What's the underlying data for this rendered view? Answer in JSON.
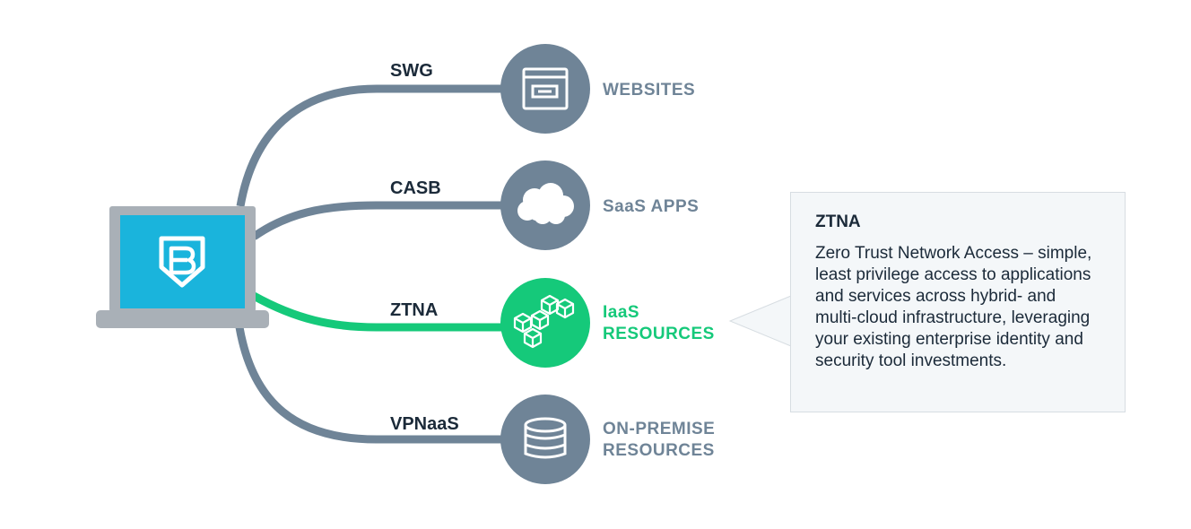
{
  "connections": [
    {
      "label": "SWG",
      "resource_lines": [
        "WEBSITES"
      ],
      "icon": "browser-window-icon",
      "highlighted": false
    },
    {
      "label": "CASB",
      "resource_lines": [
        "SaaS APPS"
      ],
      "icon": "cloud-icon",
      "highlighted": false
    },
    {
      "label": "ZTNA",
      "resource_lines": [
        "IaaS",
        "RESOURCES"
      ],
      "icon": "cubes-icon",
      "highlighted": true
    },
    {
      "label": "VPNaaS",
      "resource_lines": [
        "ON-PREMISE",
        "RESOURCES"
      ],
      "icon": "database-icon",
      "highlighted": false
    }
  ],
  "device": {
    "icon": "laptop-icon",
    "logo": "b-shield-logo-icon"
  },
  "callout": {
    "title": "ZTNA",
    "body": "Zero Trust Network Access – simple, least privilege access to applications and services across hybrid- and multi-cloud infrastructure, leveraging your existing enterprise identity and security tool investments."
  },
  "colors": {
    "line_default": "#6f8497",
    "line_highlight": "#15c97a",
    "resource_text_default": "#6f8497",
    "resource_text_highlight": "#15c97a",
    "screen": "#1ab4dc",
    "laptop_frame": "#a9b0b7",
    "dark_text": "#1b2a39",
    "callout_bg": "#f4f7f9"
  }
}
